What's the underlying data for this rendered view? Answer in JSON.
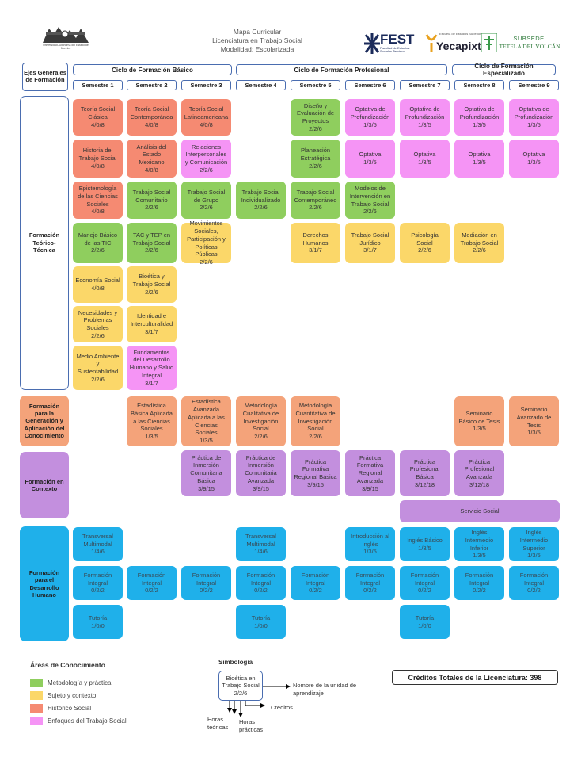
{
  "header": {
    "title": "Mapa Curricular",
    "program": "Licenciatura en Trabajo Social",
    "mode": "Modalidad: Escolarizada",
    "logo_left_caption": "Universidad Autónoma del Estado de Morelos",
    "fest_logo": "FEST",
    "fest_caption": "Facultad de Estudios Sociales Temixco",
    "yec_caption": "Escuela de Estudios Superiores de",
    "yec_logo": "Yecapixtla",
    "subsede_l1": "SUBSEDE",
    "subsede_l2": "TETELA DEL VOLCÁN"
  },
  "axes_header": "Ejes Generales de Formación",
  "cycles": [
    "Ciclo de Formación Básico",
    "Ciclo de Formación Profesional",
    "Ciclo de Formación Especializado"
  ],
  "semesters": [
    "Semestre 1",
    "Semestre 2",
    "Semestre 3",
    "Semestre 4",
    "Semestre 5",
    "Semestre 6",
    "Semestre 7",
    "Semestre 8",
    "Semestre 9"
  ],
  "rows": {
    "teorico": "Formación Teórico-Técnica",
    "generacion": "Formación para la Generación y Aplicación del Conocimiento",
    "contexto": "Formación en Contexto",
    "desarrollo": "Formación para el Desarrollo Humano"
  },
  "courses": [
    {
      "name": "Teoría Social Clásica",
      "credits": "4/0/8",
      "area": "red"
    },
    {
      "name": "Teoría Social Contemporánea",
      "credits": "4/0/8",
      "area": "red"
    },
    {
      "name": "Teoría Social Latinoamericana",
      "credits": "4/0/8",
      "area": "red"
    },
    {
      "name": "Diseño y Evaluación de Proyectos",
      "credits": "2/2/6",
      "area": "green"
    },
    {
      "name": "Optativa de Profundización",
      "credits": "1/3/5",
      "area": "pink"
    },
    {
      "name": "Optativa de Profundización",
      "credits": "1/3/5",
      "area": "pink"
    },
    {
      "name": "Optativa de Profundización",
      "credits": "1/3/5",
      "area": "pink"
    },
    {
      "name": "Optativa de Profundización",
      "credits": "1/3/5",
      "area": "pink"
    },
    {
      "name": "Historia del Trabajo Social",
      "credits": "4/0/8",
      "area": "red"
    },
    {
      "name": "Análisis del Estado Mexicano",
      "credits": "4/0/8",
      "area": "red"
    },
    {
      "name": "Relaciones Interpersonales y Comunicación",
      "credits": "2/2/6",
      "area": "pink"
    },
    {
      "name": "Planeación Estratégica",
      "credits": "2/2/6",
      "area": "green"
    },
    {
      "name": "Optativa",
      "credits": "1/3/5",
      "area": "pink"
    },
    {
      "name": "Optativa",
      "credits": "1/3/5",
      "area": "pink"
    },
    {
      "name": "Optativa",
      "credits": "1/3/5",
      "area": "pink"
    },
    {
      "name": "Optativa",
      "credits": "1/3/5",
      "area": "pink"
    },
    {
      "name": "Epistemología de las Ciencias Sociales",
      "credits": "4/0/8",
      "area": "red"
    },
    {
      "name": "Trabajo Social Comunitario",
      "credits": "2/2/6",
      "area": "green"
    },
    {
      "name": "Trabajo Social de Grupo",
      "credits": "2/2/6",
      "area": "green"
    },
    {
      "name": "Trabajo Social Individualizado",
      "credits": "2/2/6",
      "area": "green"
    },
    {
      "name": "Trabajo Social Contemporáneo",
      "credits": "2/2/6",
      "area": "green"
    },
    {
      "name": "Modelos de Intervención en Trabajo Social",
      "credits": "2/2/6",
      "area": "green"
    },
    {
      "name": "Manejo Básico de las TIC",
      "credits": "2/2/6",
      "area": "green"
    },
    {
      "name": "TAC y TEP en Trabajo Social",
      "credits": "2/2/6",
      "area": "green"
    },
    {
      "name": "Movimientos Sociales, Participación y Políticas Públicas",
      "credits": "2/2/6",
      "area": "yellow"
    },
    {
      "name": "Derechos Humanos",
      "credits": "3/1/7",
      "area": "yellow"
    },
    {
      "name": "Trabajo Social Jurídico",
      "credits": "3/1/7",
      "area": "yellow"
    },
    {
      "name": "Psicología Social",
      "credits": "2/2/6",
      "area": "yellow"
    },
    {
      "name": "Mediación en Trabajo Social",
      "credits": "2/2/6",
      "area": "yellow"
    },
    {
      "name": "Economía Social",
      "credits": "4/0/8",
      "area": "yellow"
    },
    {
      "name": "Bioética y Trabajo Social",
      "credits": "2/2/6",
      "area": "yellow"
    },
    {
      "name": "Necesidades y Problemas Sociales",
      "credits": "2/2/6",
      "area": "yellow"
    },
    {
      "name": "Identidad e Interculturalidad",
      "credits": "3/1/7",
      "area": "yellow"
    },
    {
      "name": "Medio Ambiente y Sustentabilidad",
      "credits": "2/2/6",
      "area": "yellow"
    },
    {
      "name": "Fundamentos del Desarrollo Humano y Salud Integral",
      "credits": "3/1/7",
      "area": "pink"
    },
    {
      "name": "Estadística Básica Aplicada a las Ciencias Sociales",
      "credits": "1/3/5",
      "area": "orange"
    },
    {
      "name": "Estadística Avanzada Aplicada a las Ciencias Sociales",
      "credits": "1/3/5",
      "area": "orange"
    },
    {
      "name": "Metodología Cualitativa de Investigación Social",
      "credits": "2/2/6",
      "area": "orange"
    },
    {
      "name": "Metodología Cuantitativa de Investigación Social",
      "credits": "2/2/6",
      "area": "orange"
    },
    {
      "name": "Seminario Básico de Tesis",
      "credits": "1/3/5",
      "area": "orange"
    },
    {
      "name": "Seminario Avanzado de Tesis",
      "credits": "1/3/5",
      "area": "orange"
    },
    {
      "name": "Práctica de Inmersión Comunitaria Básica",
      "credits": "3/9/15",
      "area": "purple"
    },
    {
      "name": "Práctica de Inmersión Comunitaria Avanzada",
      "credits": "3/9/15",
      "area": "purple"
    },
    {
      "name": "Práctica Formativa Regional Básica",
      "credits": "3/9/15",
      "area": "purple"
    },
    {
      "name": "Práctica Formativa Regional Avanzada",
      "credits": "3/9/15",
      "area": "purple"
    },
    {
      "name": "Práctica Profesional Básica",
      "credits": "3/12/18",
      "area": "purple"
    },
    {
      "name": "Práctica Profesional Avanzada",
      "credits": "3/12/18",
      "area": "purple"
    },
    {
      "name": "Servicio Social",
      "credits": "",
      "area": "purple"
    },
    {
      "name": "Transversal Multimodal",
      "credits": "1/4/6",
      "area": "blue"
    },
    {
      "name": "Transversal Multimodal",
      "credits": "1/4/6",
      "area": "blue"
    },
    {
      "name": "Introducción al Inglés",
      "credits": "1/3/5",
      "area": "blue"
    },
    {
      "name": "Inglés Básico",
      "credits": "1/3/5",
      "area": "blue"
    },
    {
      "name": "Inglés Intermedio Inferior",
      "credits": "1/3/5",
      "area": "blue"
    },
    {
      "name": "Inglés Intermedio Superior",
      "credits": "1/3/5",
      "area": "blue"
    },
    {
      "name": "Formación Integral",
      "credits": "0/2/2",
      "area": "blue"
    },
    {
      "name": "Formación Integral",
      "credits": "0/2/2",
      "area": "blue"
    },
    {
      "name": "Formación Integral",
      "credits": "0/2/2",
      "area": "blue"
    },
    {
      "name": "Formación Integral",
      "credits": "0/2/2",
      "area": "blue"
    },
    {
      "name": "Formación Integral",
      "credits": "0/2/2",
      "area": "blue"
    },
    {
      "name": "Formación Integral",
      "credits": "0/2/2",
      "area": "blue"
    },
    {
      "name": "Formación Integral",
      "credits": "0/2/2",
      "area": "blue"
    },
    {
      "name": "Formación Integral",
      "credits": "0/2/2",
      "area": "blue"
    },
    {
      "name": "Formación Integral",
      "credits": "0/2/2",
      "area": "blue"
    },
    {
      "name": "Tutoría",
      "credits": "1/0/0",
      "area": "blue"
    },
    {
      "name": "Tutoría",
      "credits": "1/0/0",
      "area": "blue"
    },
    {
      "name": "Tutoría",
      "credits": "1/0/0",
      "area": "blue"
    }
  ],
  "colors": {
    "green": "#8fce5e",
    "yellow": "#fbd769",
    "red": "#f58a72",
    "pink": "#f594f5",
    "orange": "#f4a37a",
    "purple": "#c38fde",
    "blue": "#1fb0ea",
    "frame": "#4a6db0"
  },
  "legend": {
    "title": "Áreas de Conocimiento",
    "items": [
      {
        "label": "Metodología y práctica",
        "color": "#8fce5e"
      },
      {
        "label": "Sujeto y contexto",
        "color": "#fbd769"
      },
      {
        "label": "Histórico Social",
        "color": "#f58a72"
      },
      {
        "label": "Enfoques del Trabajo Social",
        "color": "#f594f5"
      }
    ]
  },
  "symbology": {
    "title": "Simbología",
    "example_name": "Bioética en Trabajo Social",
    "example_credits": "2/2/6",
    "unit_name": "Nombre de la unidad de aprendizaje",
    "credits": "Créditos",
    "theory": "Horas teóricas",
    "practice": "Horas prácticas"
  },
  "total_credits": "Créditos Totales de la Licenciatura: 398"
}
